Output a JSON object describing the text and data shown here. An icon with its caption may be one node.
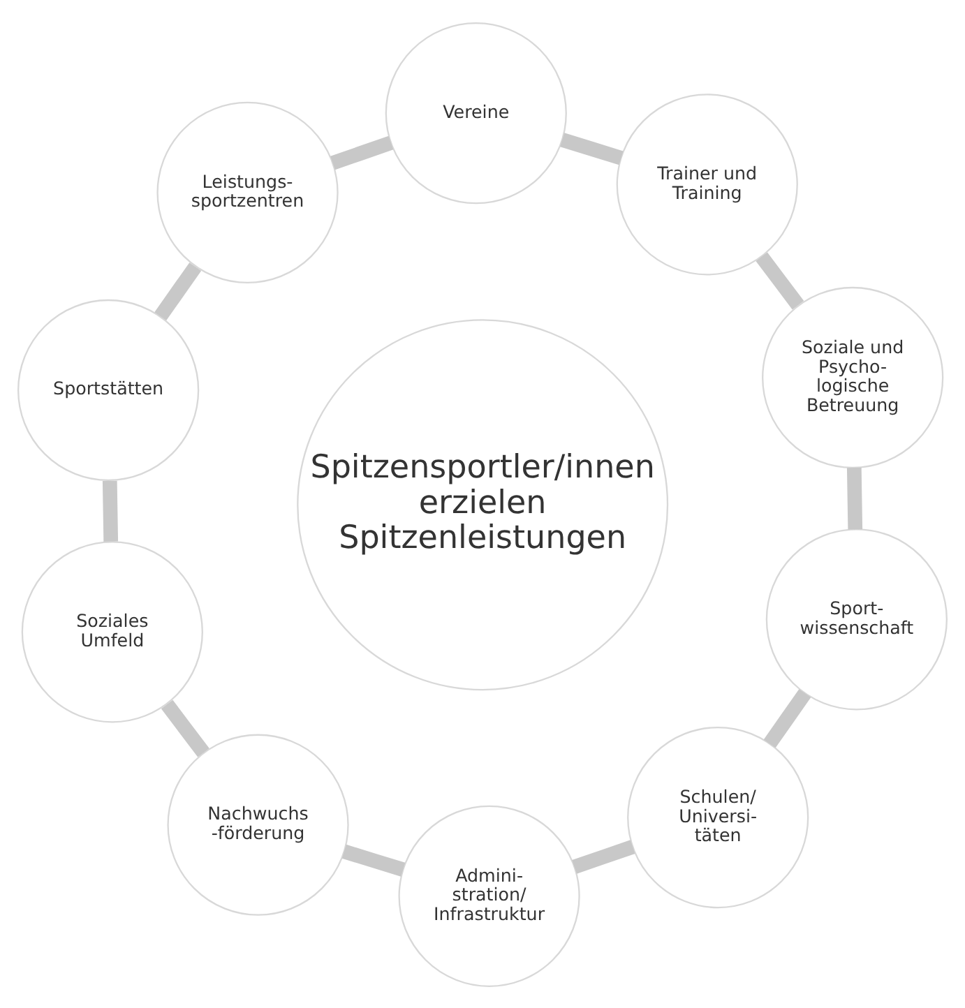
{
  "diagram": {
    "nodes": [
      {
        "text": [
          "Spitzensportler/innen erzielen Spitzenleistungen"
        ]
      },
      {
        "text": [
          "Soziale und Psycho- logische Betreuung"
        ]
      },
      {
        "text": [
          "Trainer und Training"
        ]
      },
      {
        "text": [
          "Vereine"
        ]
      },
      {
        "text": [
          "Leistungs- sportzentren"
        ]
      },
      {
        "text": [
          "Sportstätten"
        ]
      },
      {
        "text": [
          "Soziales Umfeld"
        ]
      },
      {
        "text": [
          "Nachwuchs -förderung"
        ]
      },
      {
        "text": [
          "Admini- stration/ Infrastruktur"
        ]
      },
      {
        "text": [
          "Schulen/ Universi- täten"
        ]
      },
      {
        "text": [
          "Sport- wissenschaft"
        ]
      }
    ],
    "edges": [
      {
        "from": 1,
        "to": 2,
        "arrow": "none"
      },
      {
        "from": 2,
        "to": 3,
        "arrow": "none"
      },
      {
        "from": 3,
        "to": 4,
        "arrow": "none"
      },
      {
        "from": 4,
        "to": 5,
        "arrow": "none"
      },
      {
        "from": 5,
        "to": 6,
        "arrow": "none"
      },
      {
        "from": 6,
        "to": 7,
        "arrow": "none"
      },
      {
        "from": 7,
        "to": 8,
        "arrow": "none"
      },
      {
        "from": 8,
        "to": 9,
        "arrow": "none"
      },
      {
        "from": 9,
        "to": 10,
        "arrow": "none"
      },
      {
        "from": 10,
        "to": 1,
        "arrow": "none"
      }
    ]
  }
}
